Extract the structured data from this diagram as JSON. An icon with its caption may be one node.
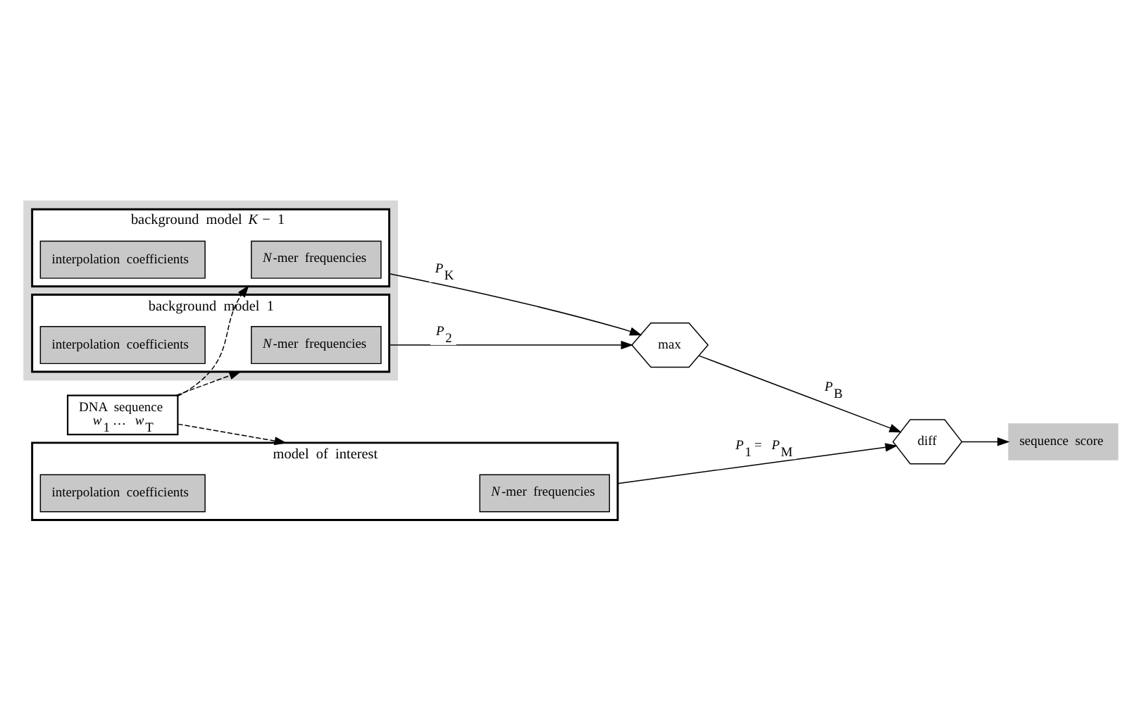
{
  "diagram": {
    "nodes": [
      {
        "text": [
          "DNA sequence",
          "*w*$_{1}$ … *w*$_{T}$"
        ]
      },
      {
        "text": [
          "model of interest"
        ]
      },
      {
        "text": [
          "*N*-mer frequencies"
        ],
        "in": 1
      },
      {
        "text": [
          "interpolation coefficients"
        ],
        "in": 1
      },
      {
        "text": [],
        "shape": "box"
      },
      {
        "text": [
          "background model 1"
        ],
        "in": 4
      },
      {
        "text": [
          "*N*-mer frequencies"
        ],
        "in": 5
      },
      {
        "text": [
          "interpolation coefficients"
        ],
        "in": 5
      },
      {
        "text": [
          "background model *K* − 1"
        ],
        "in": 4
      },
      {
        "text": [
          "*N*-mer frequencies"
        ],
        "in": 8
      },
      {
        "text": [
          "interpolation coefficients"
        ],
        "in": 8
      },
      {
        "text": [
          "max"
        ]
      },
      {
        "text": [
          "diff"
        ]
      },
      {
        "text": [
          "sequence score"
        ]
      }
    ],
    "edges": [
      {
        "from": 0,
        "to": 1,
        "arrow": "to",
        "style": "dashed"
      },
      {
        "from": 0,
        "to": 5,
        "arrow": "to",
        "style": "dashed"
      },
      {
        "from": 0,
        "to": 8,
        "arrow": "to",
        "style": "dashed"
      },
      {
        "from": 1,
        "to": 12,
        "arrow": "to",
        "label": "*P*$_{1}$ = *P*$_{M}$"
      },
      {
        "from": 5,
        "to": 11,
        "arrow": "to",
        "label": "*P*$_{2}$"
      },
      {
        "from": 8,
        "to": 11,
        "arrow": "to",
        "label": "*P*$_{K}$"
      },
      {
        "from": 11,
        "to": 12,
        "arrow": "to",
        "label": "*P*$_{B}$"
      },
      {
        "from": 12,
        "to": 13,
        "arrow": "to"
      }
    ]
  }
}
